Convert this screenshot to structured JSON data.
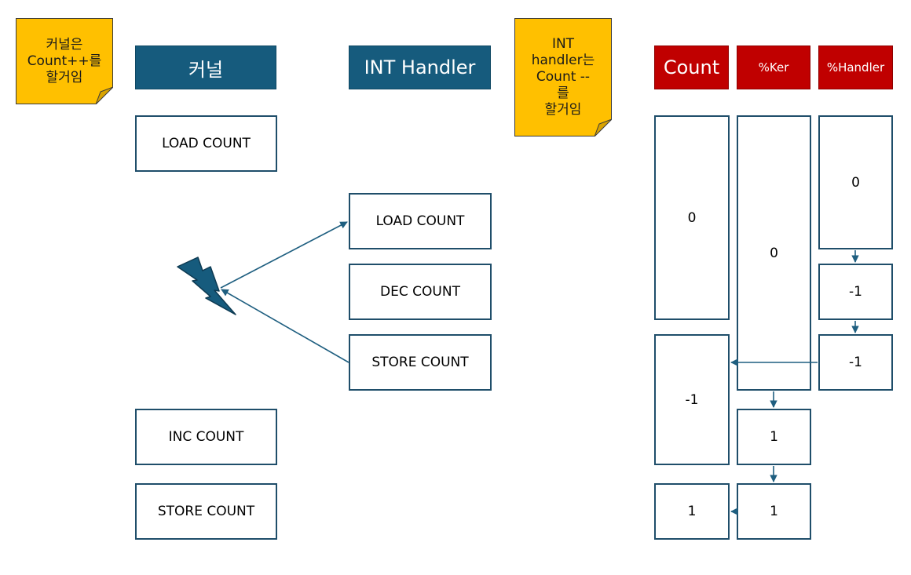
{
  "notes": {
    "kernel_note": [
      "커널은",
      "Count++를",
      "할거임"
    ],
    "handler_note": [
      "INT",
      "handler는",
      "Count --",
      "를",
      "할거임"
    ]
  },
  "headers": {
    "kernel": "커널",
    "int_handler": "INT Handler",
    "count": "Count",
    "ker": "%Ker",
    "handler": "%Handler"
  },
  "kernel_ops": {
    "load": "LOAD COUNT",
    "inc": "INC COUNT",
    "store": "STORE COUNT"
  },
  "handler_ops": {
    "load": "LOAD COUNT",
    "dec": "DEC COUNT",
    "store": "STORE COUNT"
  },
  "state_values": {
    "count_initial": "0",
    "count_after_handler": "-1",
    "count_final": "1",
    "ker_initial": "0",
    "ker_after_inc": "1",
    "ker_final": "1",
    "handler_initial": "0",
    "handler_after_dec": "-1",
    "handler_stored": "-1"
  },
  "colors": {
    "header_blue": "#165b7d",
    "header_red": "#c00000",
    "note_yellow": "#ffc000",
    "arrow": "#1f5f80",
    "lightning": "#165b7d"
  }
}
